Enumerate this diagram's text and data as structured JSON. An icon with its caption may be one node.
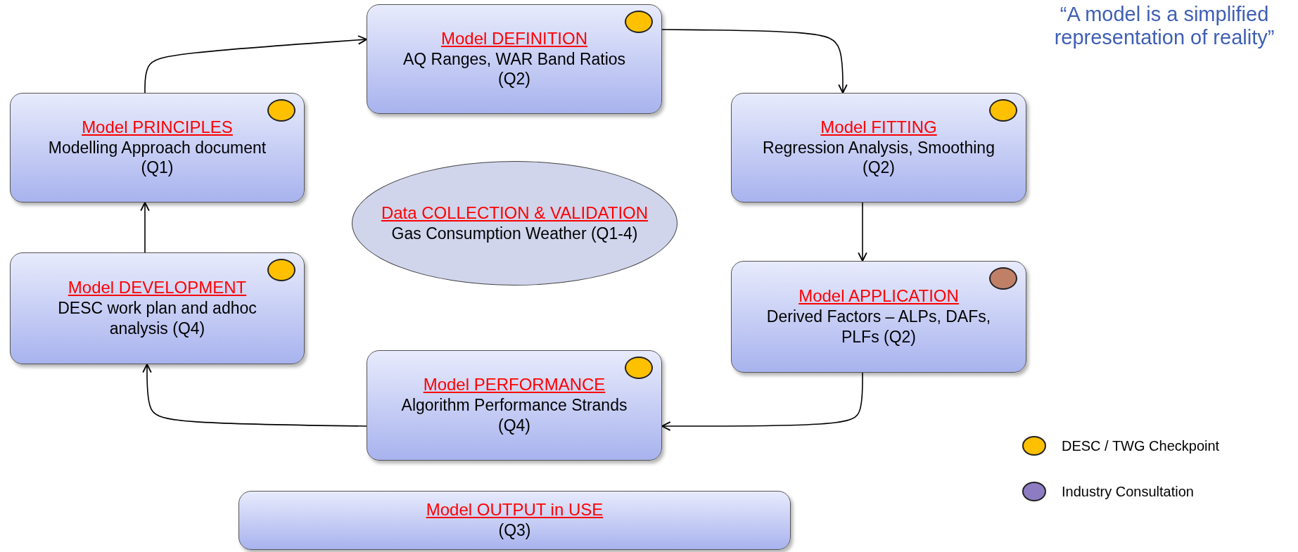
{
  "diagram": {
    "nodes": [
      {
        "text": [
          "Model DEFINITION",
          "AQ Ranges, WAR Band Ratios (Q2)"
        ]
      },
      {
        "text": [],
        "shape": "circle",
        "in": 0
      },
      {
        "text": [
          "Model PRINCIPLES",
          "Modelling Approach document (Q1)"
        ]
      },
      {
        "text": [],
        "shape": "circle",
        "in": 2
      },
      {
        "text": [
          "Model FITTING",
          "Regression Analysis, Smoothing (Q2)"
        ]
      },
      {
        "text": [],
        "shape": "circle",
        "in": 4
      },
      {
        "text": [
          "Data COLLECTION & VALIDATION",
          "Gas Consumption Weather (Q1-4)"
        ]
      },
      {
        "text": [
          "Model DEVELOPMENT",
          "DESC work plan and adhoc analysis (Q4)"
        ]
      },
      {
        "text": [],
        "shape": "circle",
        "in": 7
      },
      {
        "text": [
          "Model APPLICATION",
          "Derived Factors – ALPs, DAFs, PLFs (Q2)"
        ]
      },
      {
        "text": [],
        "shape": "circle",
        "in": 9
      },
      {
        "text": [
          "Model PERFORMANCE",
          "Algorithm Performance Strands (Q4)"
        ]
      },
      {
        "text": [],
        "shape": "circle",
        "in": 11
      },
      {
        "text": [
          "Model OUTPUT in USE",
          "(Q3)"
        ]
      }
    ],
    "edges": [
      {
        "from": 2,
        "to": 0,
        "arrow": "to"
      },
      {
        "from": 0,
        "to": 4,
        "arrow": "to"
      },
      {
        "from": 4,
        "to": 9,
        "arrow": "to"
      },
      {
        "from": 9,
        "to": 11,
        "arrow": "to"
      },
      {
        "from": 11,
        "to": 7,
        "arrow": "to"
      },
      {
        "from": 7,
        "to": 2,
        "arrow": "to"
      }
    ],
    "labels": [
      "“A model is a simplified representation of reality”"
    ],
    "legend": [
      {
        "text": "DESC / TWG Checkpoint",
        "color": "#ffc000"
      },
      {
        "text": "Industry Consultation",
        "color": "#8e7cc3"
      }
    ]
  }
}
